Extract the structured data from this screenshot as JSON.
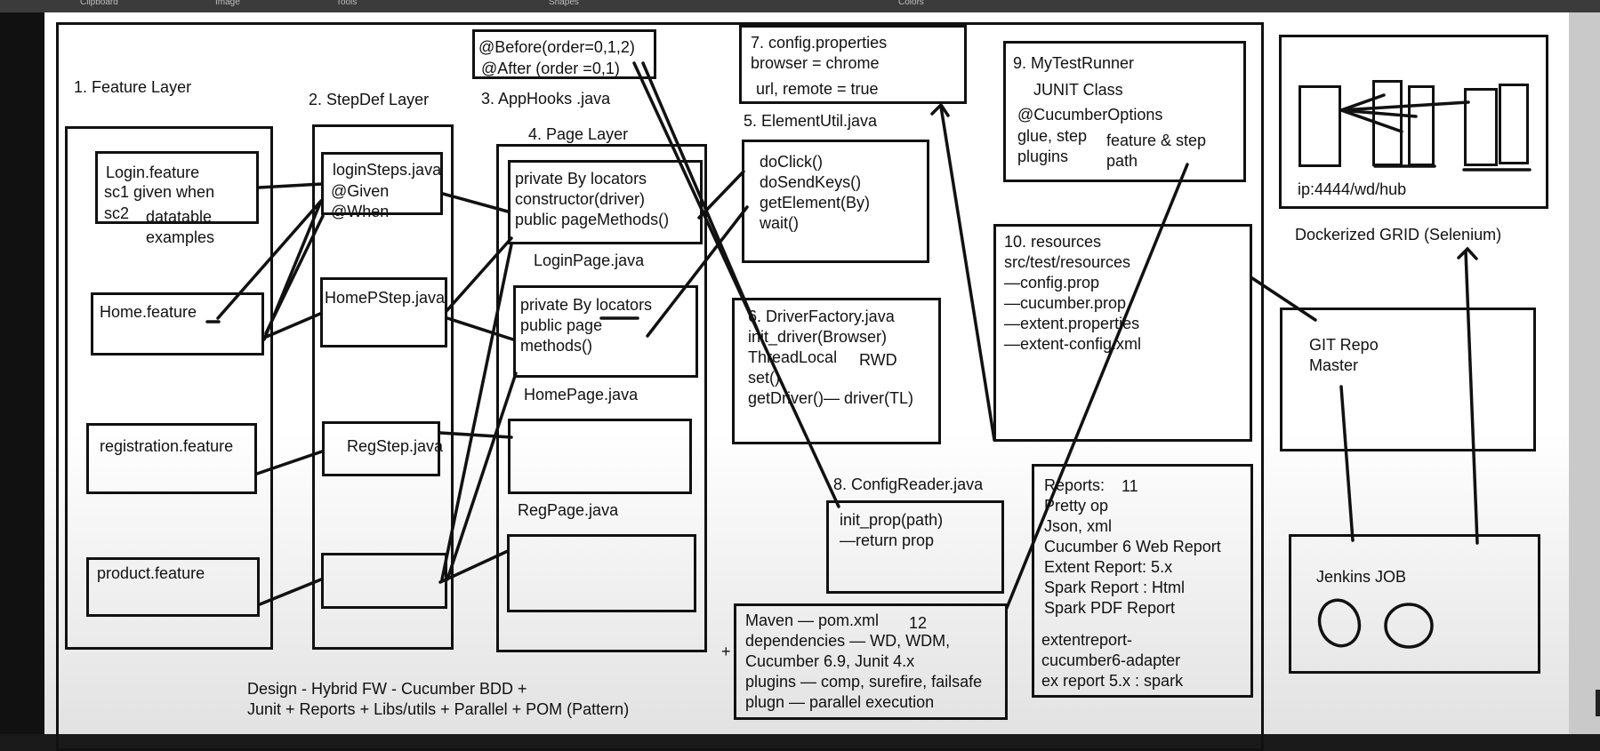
{
  "menu_labels": [
    "Clipboard",
    "Image",
    "Tools",
    "Shapes",
    "Colors"
  ],
  "feature_layer": {
    "title": "1. Feature Layer",
    "login_feature": "Login.feature",
    "sc1": "sc1 given when",
    "sc2": "sc2",
    "datatable": "datatable",
    "examples": "examples",
    "home_feature": "Home.feature",
    "registration_feature": "registration.feature",
    "product_feature": "product.feature"
  },
  "stepdef_layer": {
    "title": "2. StepDef Layer",
    "login_steps": "loginSteps.java",
    "given": "@Given",
    "when": "@When",
    "homep_step": "HomePStep.java",
    "reg_step": "RegStep.java"
  },
  "app_hooks": {
    "before": "@Before(order=0,1,2)",
    "after": "@After (order =0,1)",
    "title": "3. AppHooks .java"
  },
  "page_layer": {
    "title": "4. Page Layer",
    "login_page_lines": [
      "private By locators",
      "constructor(driver)",
      "public pageMethods()"
    ],
    "login_page_label": "LoginPage.java",
    "home_page_lines": [
      "private By locators",
      "public page",
      "methods()"
    ],
    "home_page_label": "HomePage.java",
    "reg_page_label": "RegPage.java"
  },
  "element_util": {
    "title": "5. ElementUtil.java",
    "lines": [
      "doClick()",
      "doSendKeys()",
      "getElement(By)",
      "wait()"
    ]
  },
  "driver_factory": {
    "title": "6. DriverFactory.java",
    "lines": [
      "init_driver(Browser)",
      "ThreadLocal",
      "set()",
      "getDriver()— driver(TL)"
    ],
    "rwd": "RWD"
  },
  "config_properties": {
    "title": "7. config.properties",
    "line1": "browser = chrome",
    "line2": "url, remote = true"
  },
  "config_reader": {
    "title": "8. ConfigReader.java",
    "lines": [
      "init_prop(path)",
      "—return prop"
    ]
  },
  "test_runner": {
    "title": "9. MyTestRunner",
    "junit": "JUNIT Class",
    "options": "@CucumberOptions",
    "glue": "glue, step",
    "plugins": "plugins",
    "feature_step": "feature & step",
    "path": "path"
  },
  "resources": {
    "lines": [
      "10. resources",
      "src/test/resources",
      "—config.prop",
      "—cucumber.prop",
      "—extent.properties",
      "—extent-config.xml"
    ]
  },
  "reports": {
    "title": "Reports:",
    "number": "11",
    "lines": [
      "Pretty op",
      "Json, xml",
      "Cucumber 6 Web Report",
      "Extent Report: 5.x",
      "Spark Report : Html",
      "Spark PDF Report"
    ],
    "adapter_lines": [
      "extentreport-",
      "cucumber6-adapter",
      "ex report 5.x : spark"
    ]
  },
  "maven": {
    "number": "12",
    "lines": [
      "Maven — pom.xml",
      "dependencies — WD, WDM,",
      "Cucumber 6.9, Junit 4.x",
      "plugins — comp, surefire, failsafe",
      "plugn — parallel execution"
    ]
  },
  "grid": {
    "address": "ip:4444/wd/hub",
    "label": "Dockerized GRID (Selenium)"
  },
  "git": {
    "line1": "GIT Repo",
    "line2": "Master"
  },
  "jenkins": {
    "label": "Jenkins JOB"
  },
  "design_note": {
    "line1": "Design - Hybrid FW - Cucumber BDD +",
    "line2": "Junit + Reports + Libs/utils + Parallel + POM (Pattern)"
  },
  "plus_mark": "+"
}
